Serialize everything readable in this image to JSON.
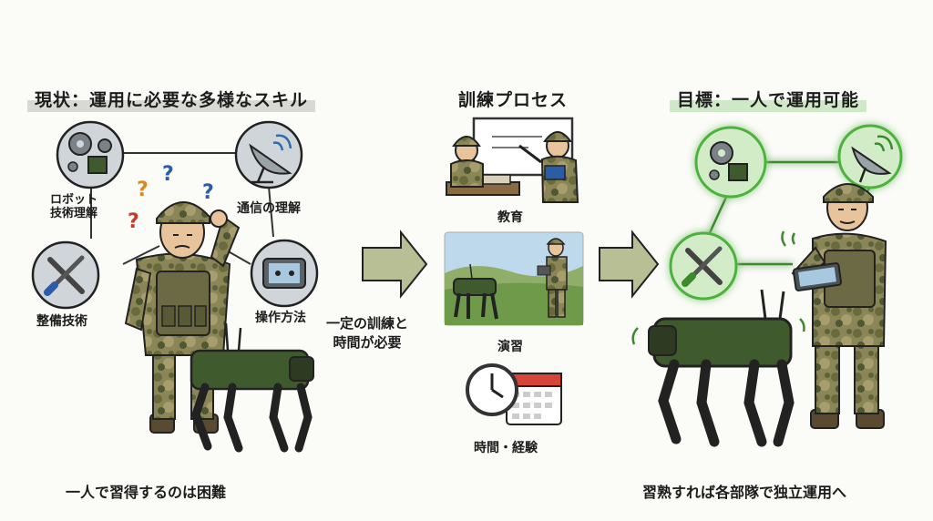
{
  "left": {
    "heading": "現状：運用に必要な多様なスキル",
    "skill_robot": "ロボット\n技術理解",
    "skill_comm": "通信の理解",
    "skill_maint": "整備技術",
    "skill_operate": "操作方法",
    "caption": "一人で習得するのは困難"
  },
  "middle": {
    "heading": "訓練プロセス",
    "education": "教育",
    "exercise": "演習",
    "time_experience": "時間・経験",
    "requirement_line1": "一定の訓練と",
    "requirement_line2": "時間が必要"
  },
  "right": {
    "heading": "目標：一人で運用可能",
    "caption": "習熟すれば各部隊で独立運用へ"
  },
  "colors": {
    "camo": "#7d7a4e",
    "robot_green": "#3f5a2c",
    "highlight_green": "#6fcf5a",
    "arrow": "#b9bf94"
  }
}
